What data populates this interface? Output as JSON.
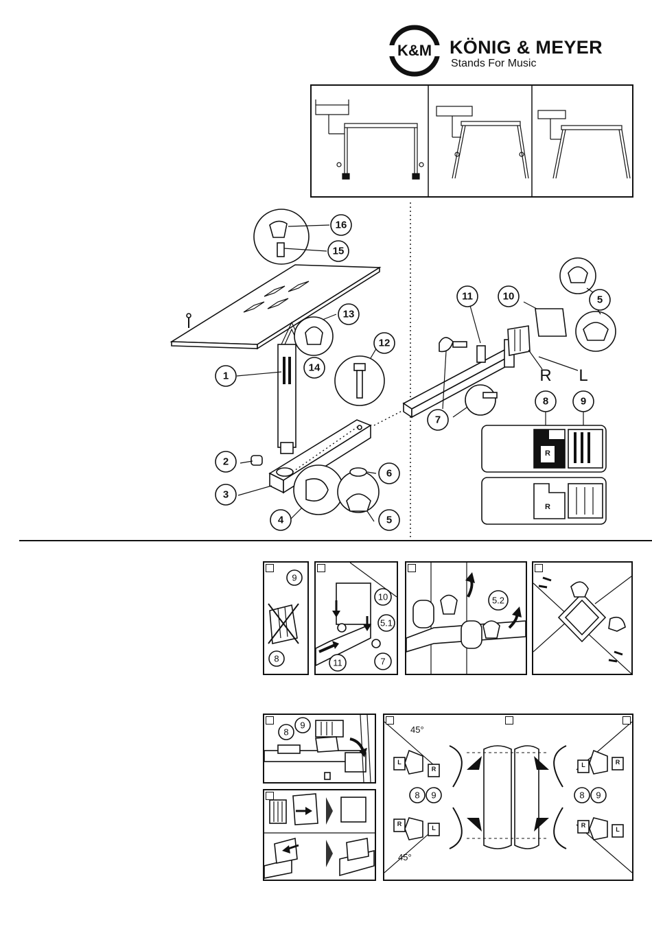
{
  "brand": {
    "logo_text": "K&M",
    "name": "KÖNIG & MEYER",
    "tagline": "Stands For Music"
  },
  "callouts_main": [
    "16",
    "15",
    "13",
    "14",
    "12",
    "1",
    "2",
    "3",
    "4",
    "5",
    "6",
    "11",
    "10",
    "5",
    "7",
    "7",
    "8",
    "9"
  ],
  "letters": {
    "right": "R",
    "left": "L"
  },
  "tile_letter": "R",
  "step_labels": {
    "p1": [
      "9",
      "8"
    ],
    "p2": [
      "10",
      "5.1",
      "11",
      "7"
    ],
    "p3": [
      "5.2"
    ],
    "p5": [
      "8",
      "9"
    ],
    "p7": [
      "8",
      "9",
      "8",
      "9"
    ],
    "angle": "45°"
  },
  "tile_marks": {
    "r": "R",
    "l": "L"
  }
}
